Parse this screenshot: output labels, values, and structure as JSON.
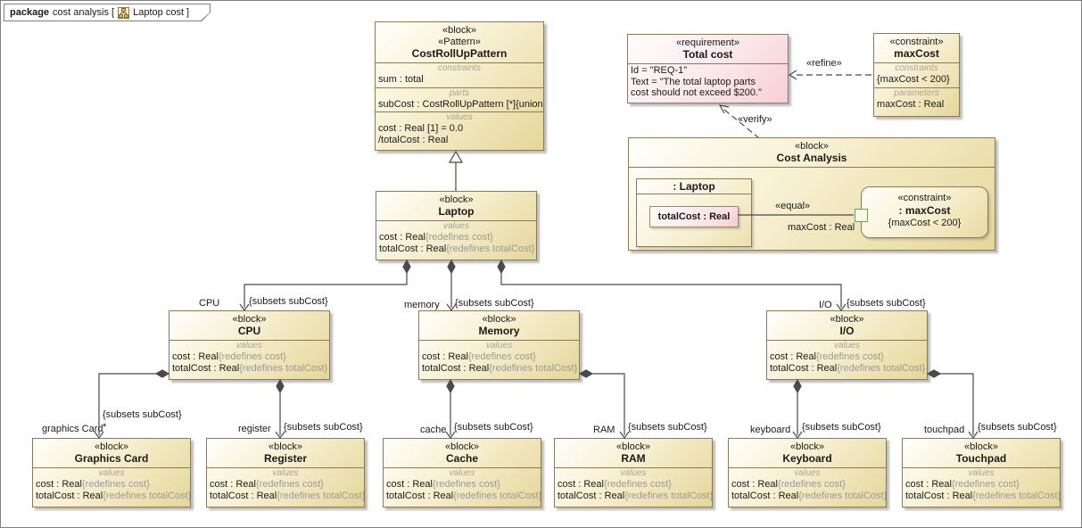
{
  "tab": {
    "keyword": "package",
    "context": "cost analysis [",
    "diagram": "Laptop cost ]"
  },
  "icons": {
    "tab_icon": "diagram-icon"
  },
  "common": {
    "block_stereotype": "«block»",
    "values_label": "values",
    "cost_value": "cost : Real",
    "cost_suffix": "{redefines cost}",
    "total_value": "totalCost : Real",
    "total_suffix": "{redefines totalCost}"
  },
  "pattern_block": {
    "stereotype1": "«block»",
    "stereotype2": "«Pattern»",
    "name": "CostRollUpPattern",
    "constraints_label": "constraints",
    "constraint": "sum : total",
    "parts_label": "parts",
    "part": "subCost : CostRollUpPattern [*]{union}",
    "values_label": "values",
    "value1": "cost : Real [1] = 0.0",
    "value2": "/totalCost : Real"
  },
  "requirement": {
    "stereotype": "«requirement»",
    "name": "Total cost",
    "id_line": "Id = \"REQ-1\"",
    "text_line1": "Text = \"The total laptop parts",
    "text_line2": "cost should not exceed $200.\""
  },
  "constraint_block": {
    "stereotype": "«constraint»",
    "name": "maxCost",
    "constraints_label": "constraints",
    "constraint": "{maxCost < 200}",
    "parameters_label": "parameters",
    "parameter": "maxCost : Real"
  },
  "cost_analysis": {
    "stereotype": "«block»",
    "name": "Cost Analysis",
    "laptop_part": {
      "name": ": Laptop",
      "value": "totalCost : Real"
    },
    "constraint_part": {
      "stereotype": "«constraint»",
      "name": ": maxCost",
      "constraint": "{maxCost < 200}"
    },
    "equal_label": "«equal»",
    "param_label": "maxCost : Real"
  },
  "blocks": {
    "laptop": {
      "name": "Laptop"
    },
    "cpu": {
      "name": "CPU"
    },
    "memory": {
      "name": "Memory"
    },
    "io": {
      "name": "I/O"
    },
    "graphics_card": {
      "name": "Graphics Card"
    },
    "register": {
      "name": "Register"
    },
    "cache": {
      "name": "Cache"
    },
    "ram": {
      "name": "RAM"
    },
    "keyboard": {
      "name": "Keyboard"
    },
    "touchpad": {
      "name": "Touchpad"
    }
  },
  "connector_labels": {
    "refine": "«refine»",
    "verify": "«verify»",
    "subsets": "{subsets subCost}",
    "cpu_role": "CPU",
    "memory_role": "memory",
    "io_role": "I/O",
    "graphics_role": "graphics Card",
    "graphics_multiplicity": "*",
    "register_role": "register",
    "cache_role": "cache",
    "ram_role": "RAM",
    "keyboard_role": "keyboard",
    "touchpad_role": "touchpad"
  },
  "colors": {
    "block_border": "#8a7a55",
    "block_fill": "#e5d79a",
    "requirement_fill": "#f6d0d6",
    "connector": "#4a4a4a",
    "port_border": "#6b9e5e"
  }
}
